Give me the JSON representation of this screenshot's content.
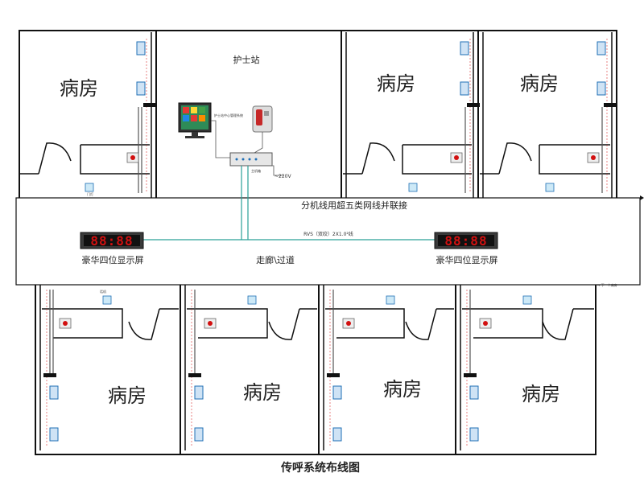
{
  "diagram": {
    "title": "传呼系统布线图",
    "nurse_station": "护士站",
    "corridor": "走廊\\过道",
    "wiring_note": "分机线用超五类网线并联接",
    "rvs_label": "RVS（双绞）2X1.0²线",
    "power_label": "~220V",
    "host_label": "主机箱",
    "pc_label": "护士站中心管理系统",
    "next_ward": "→ 下一个病房",
    "door_light": "门灯",
    "phone_label": "话机",
    "display_left_label": "豪华四位显示屏",
    "display_right_label": "豪华四位显示屏",
    "display_digits": "88:88",
    "rooms_top": [
      "病房",
      "病房",
      "病房"
    ],
    "rooms_bottom": [
      "病房",
      "病房",
      "病房",
      "病房"
    ]
  },
  "colors": {
    "wall": "#111111",
    "wire": "#2aa198",
    "led_red": "#d21010",
    "device_blue": "#1f6fb5"
  }
}
